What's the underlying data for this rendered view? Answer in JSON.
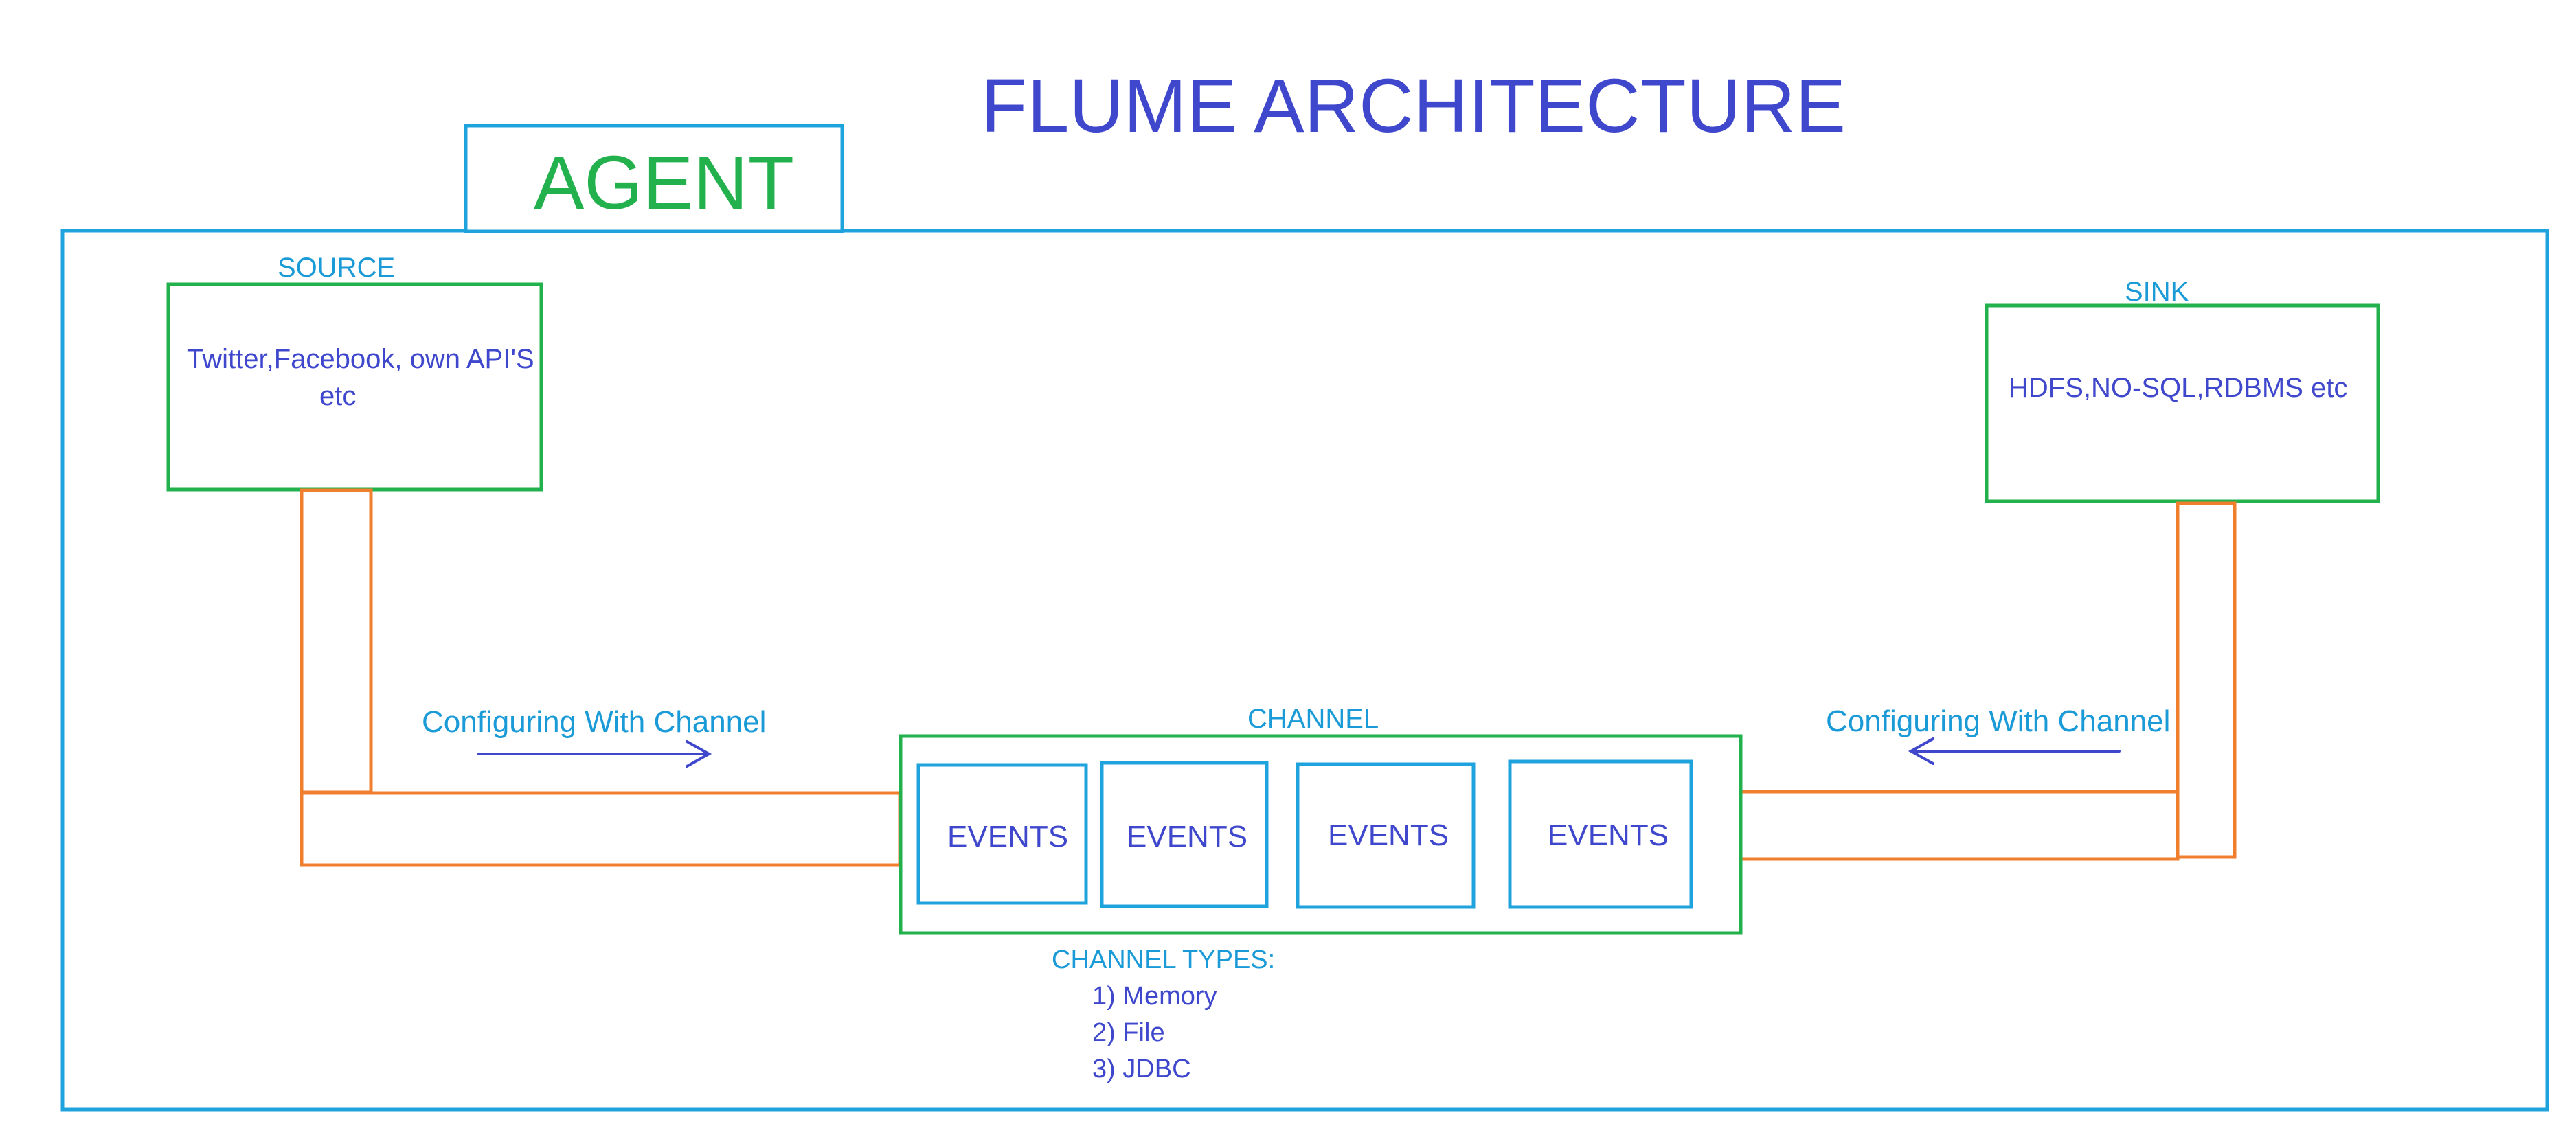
{
  "title": "FLUME ARCHITECTURE",
  "agent": {
    "label": "AGENT"
  },
  "source": {
    "label": "SOURCE",
    "line1": "Twitter,Facebook, own API'S",
    "line2": "etc"
  },
  "sink": {
    "label": "SINK",
    "text": "HDFS,NO-SQL,RDBMS etc"
  },
  "configure_left": "Configuring With Channel",
  "configure_right": "Configuring With Channel",
  "channel": {
    "label": "CHANNEL",
    "events": [
      "EVENTS",
      "EVENTS",
      "EVENTS",
      "EVENTS"
    ],
    "types_heading": "CHANNEL TYPES:",
    "types": [
      "1) Memory",
      "2) File",
      "3) JDBC"
    ]
  },
  "colors": {
    "title": "#3f48cc",
    "agent_text": "#22b14c",
    "blue_box": "#1fa3dc",
    "green_box": "#22b14c",
    "orange_pipe": "#f07f2d",
    "label_cyan": "#1a9ad6",
    "body_text": "#3f48cc",
    "arrow": "#3f48cc"
  }
}
